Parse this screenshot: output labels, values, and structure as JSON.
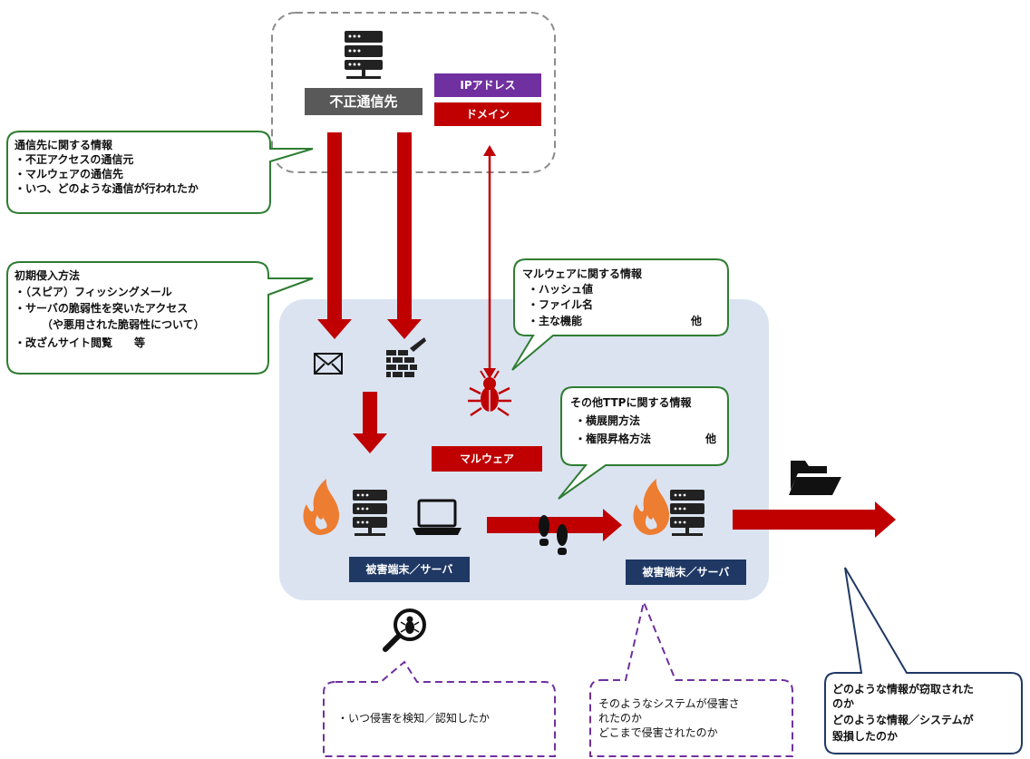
{
  "top_server": {
    "label": "不正通信先",
    "ip_label": "IPアドレス",
    "domain_label": "ドメイン"
  },
  "callout_comm": {
    "title": "通信先に関する情報",
    "items": [
      "・不正アクセスの通信元",
      "・マルウェアの通信先",
      "・いつ、どのような通信が行われたか"
    ]
  },
  "callout_intrusion": {
    "title": "初期侵入方法",
    "items": [
      "・（スピア）フィッシングメール",
      "・サーバの脆弱性を突いたアクセス",
      "（や悪用された脆弱性について）",
      "・改ざんサイト閲覧　　等"
    ]
  },
  "callout_malware": {
    "title": "マルウェアに関する情報",
    "items": [
      "・ハッシュ値",
      "・ファイル名",
      "・主な機能"
    ],
    "suffix": "他"
  },
  "callout_ttp": {
    "title": "その他TTPに関する情報",
    "items": [
      "・横展開方法",
      "・権限昇格方法"
    ],
    "suffix": "他"
  },
  "malware_label": "マルウェア",
  "victim_label_left": "被害端末／サーバ",
  "victim_label_right": "被害端末／サーバ",
  "callout_detect": "・いつ侵害を検知／認知したか",
  "callout_scope": [
    "そのようなシステムが侵害さ",
    "れたのか",
    "どこまで侵害されたのか"
  ],
  "callout_exfil": [
    "どのような情報が窃取された",
    "のか",
    "どのような情報／システムが",
    "毀損したのか"
  ],
  "colors": {
    "arrow_red": "#c00000",
    "purple": "#7030a0",
    "navy": "#1f3864",
    "green": "#2e7d32",
    "panel_bg": "#dbe3f1",
    "server_gray": "#595959",
    "flame_orange": "#ed7d31"
  }
}
